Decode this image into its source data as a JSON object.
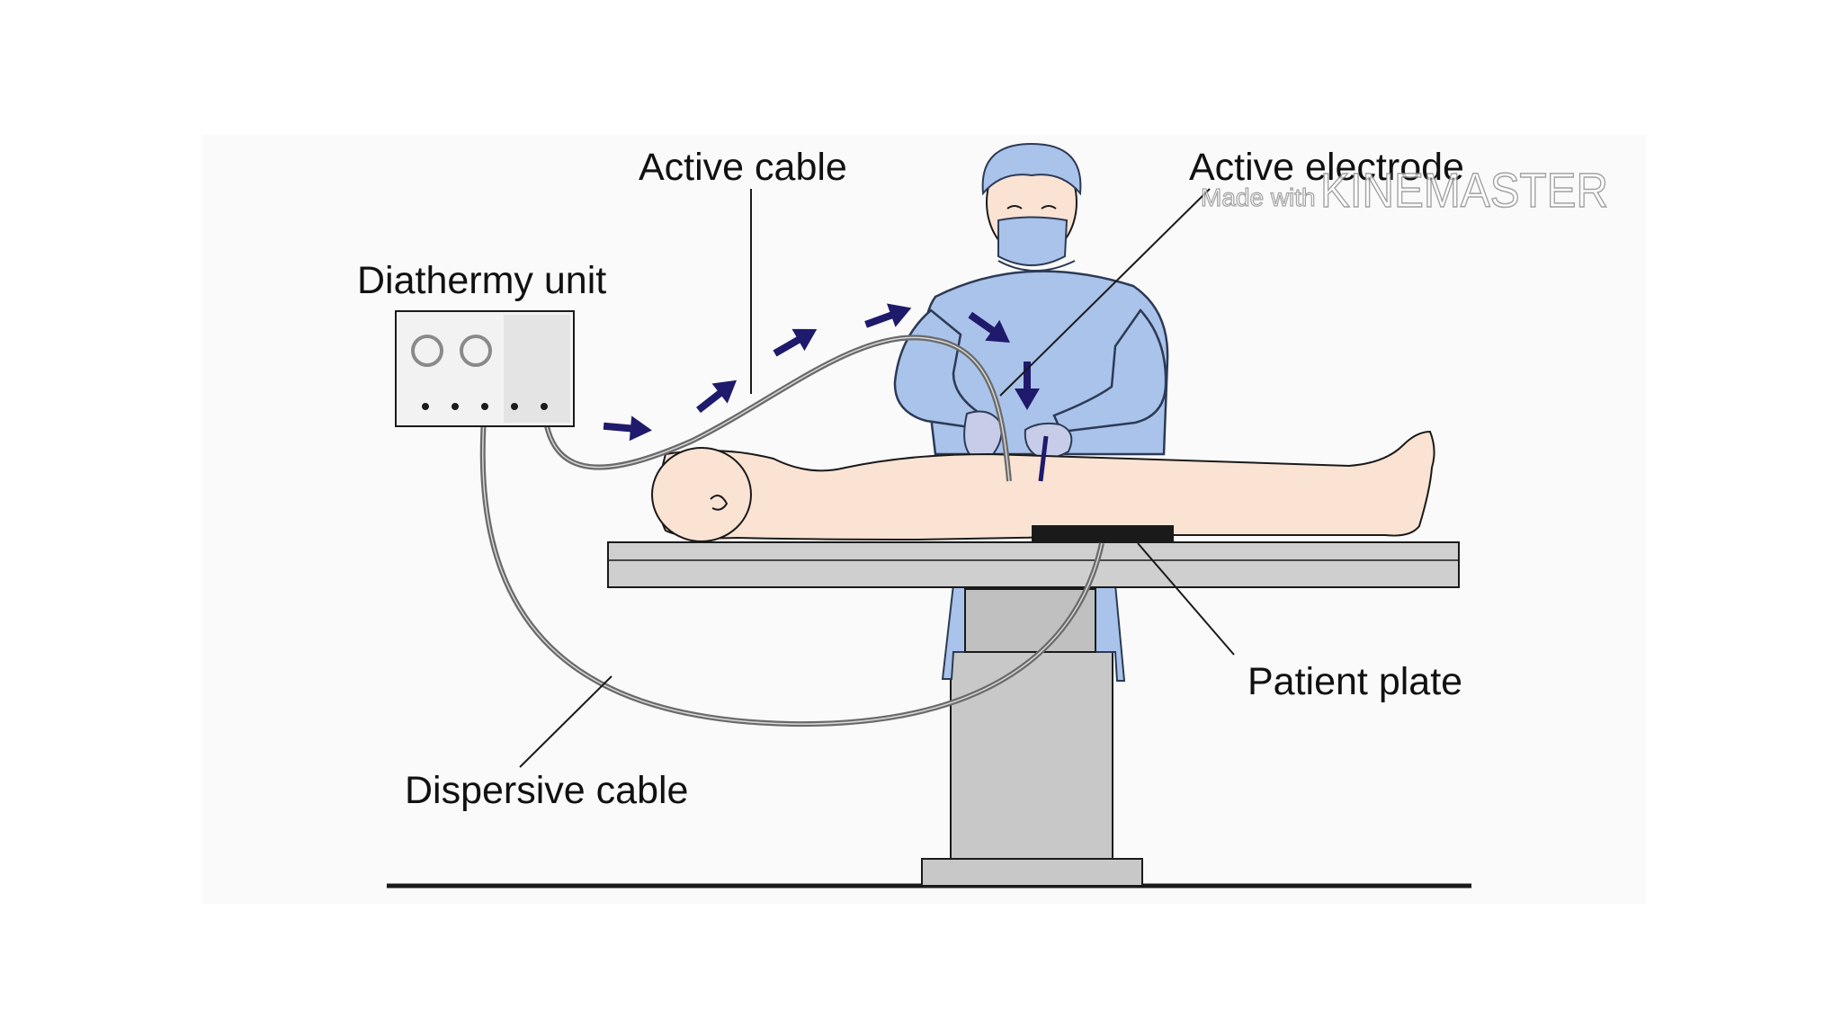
{
  "labels": {
    "diathermy_unit": "Diathermy unit",
    "active_cable": "Active cable",
    "active_electrode": "Active electrode",
    "patient_plate": "Patient plate",
    "dispersive_cable": "Dispersive cable"
  },
  "watermark": {
    "prefix": "Made with",
    "brand": "KINEMASTER"
  },
  "colors": {
    "background": "#ffffff",
    "panel": "#fafafa",
    "gown": "#a9c3ea",
    "gown_outline": "#2d3a55",
    "skin": "#fbe3d4",
    "table": "#cfcfcf",
    "pedestal": "#c8c8c8",
    "plate": "#1a1a1a",
    "cable": "#6a6a6a",
    "arrow": "#1f1a6b",
    "outline": "#1a1a1a",
    "label": "#111111"
  },
  "icons": {
    "current_arrow": "arrow-icon",
    "unit_dial": "dial-icon",
    "unit_socket": "socket-icon"
  }
}
